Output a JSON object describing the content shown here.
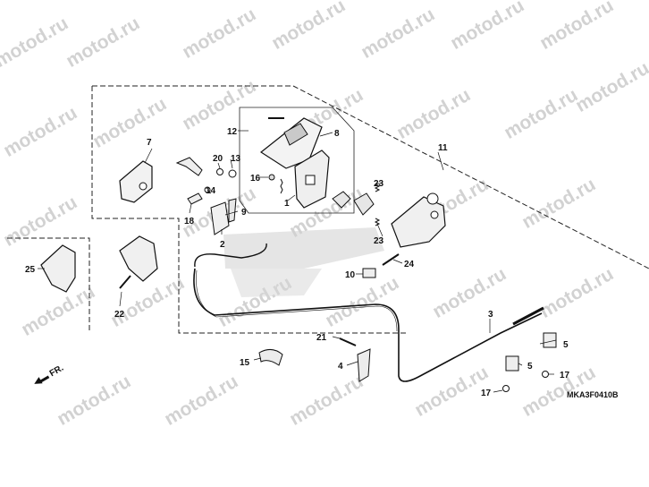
{
  "watermark": "motod.ru",
  "diagram_code": "MKA3F0410B",
  "front_marker": "FR.",
  "parts": {
    "p1": "1",
    "p2": "2",
    "p3": "3",
    "p4": "4",
    "p5a": "5",
    "p5b": "5",
    "p7": "7",
    "p8": "8",
    "p9": "9",
    "p10": "10",
    "p11": "11",
    "p12": "12",
    "p13": "13",
    "p14": "14",
    "p15": "15",
    "p16": "16",
    "p17a": "17",
    "p17b": "17",
    "p18": "18",
    "p20": "20",
    "p21": "21",
    "p22": "22",
    "p23a": "23",
    "p23b": "23",
    "p24": "24",
    "p25": "25"
  }
}
